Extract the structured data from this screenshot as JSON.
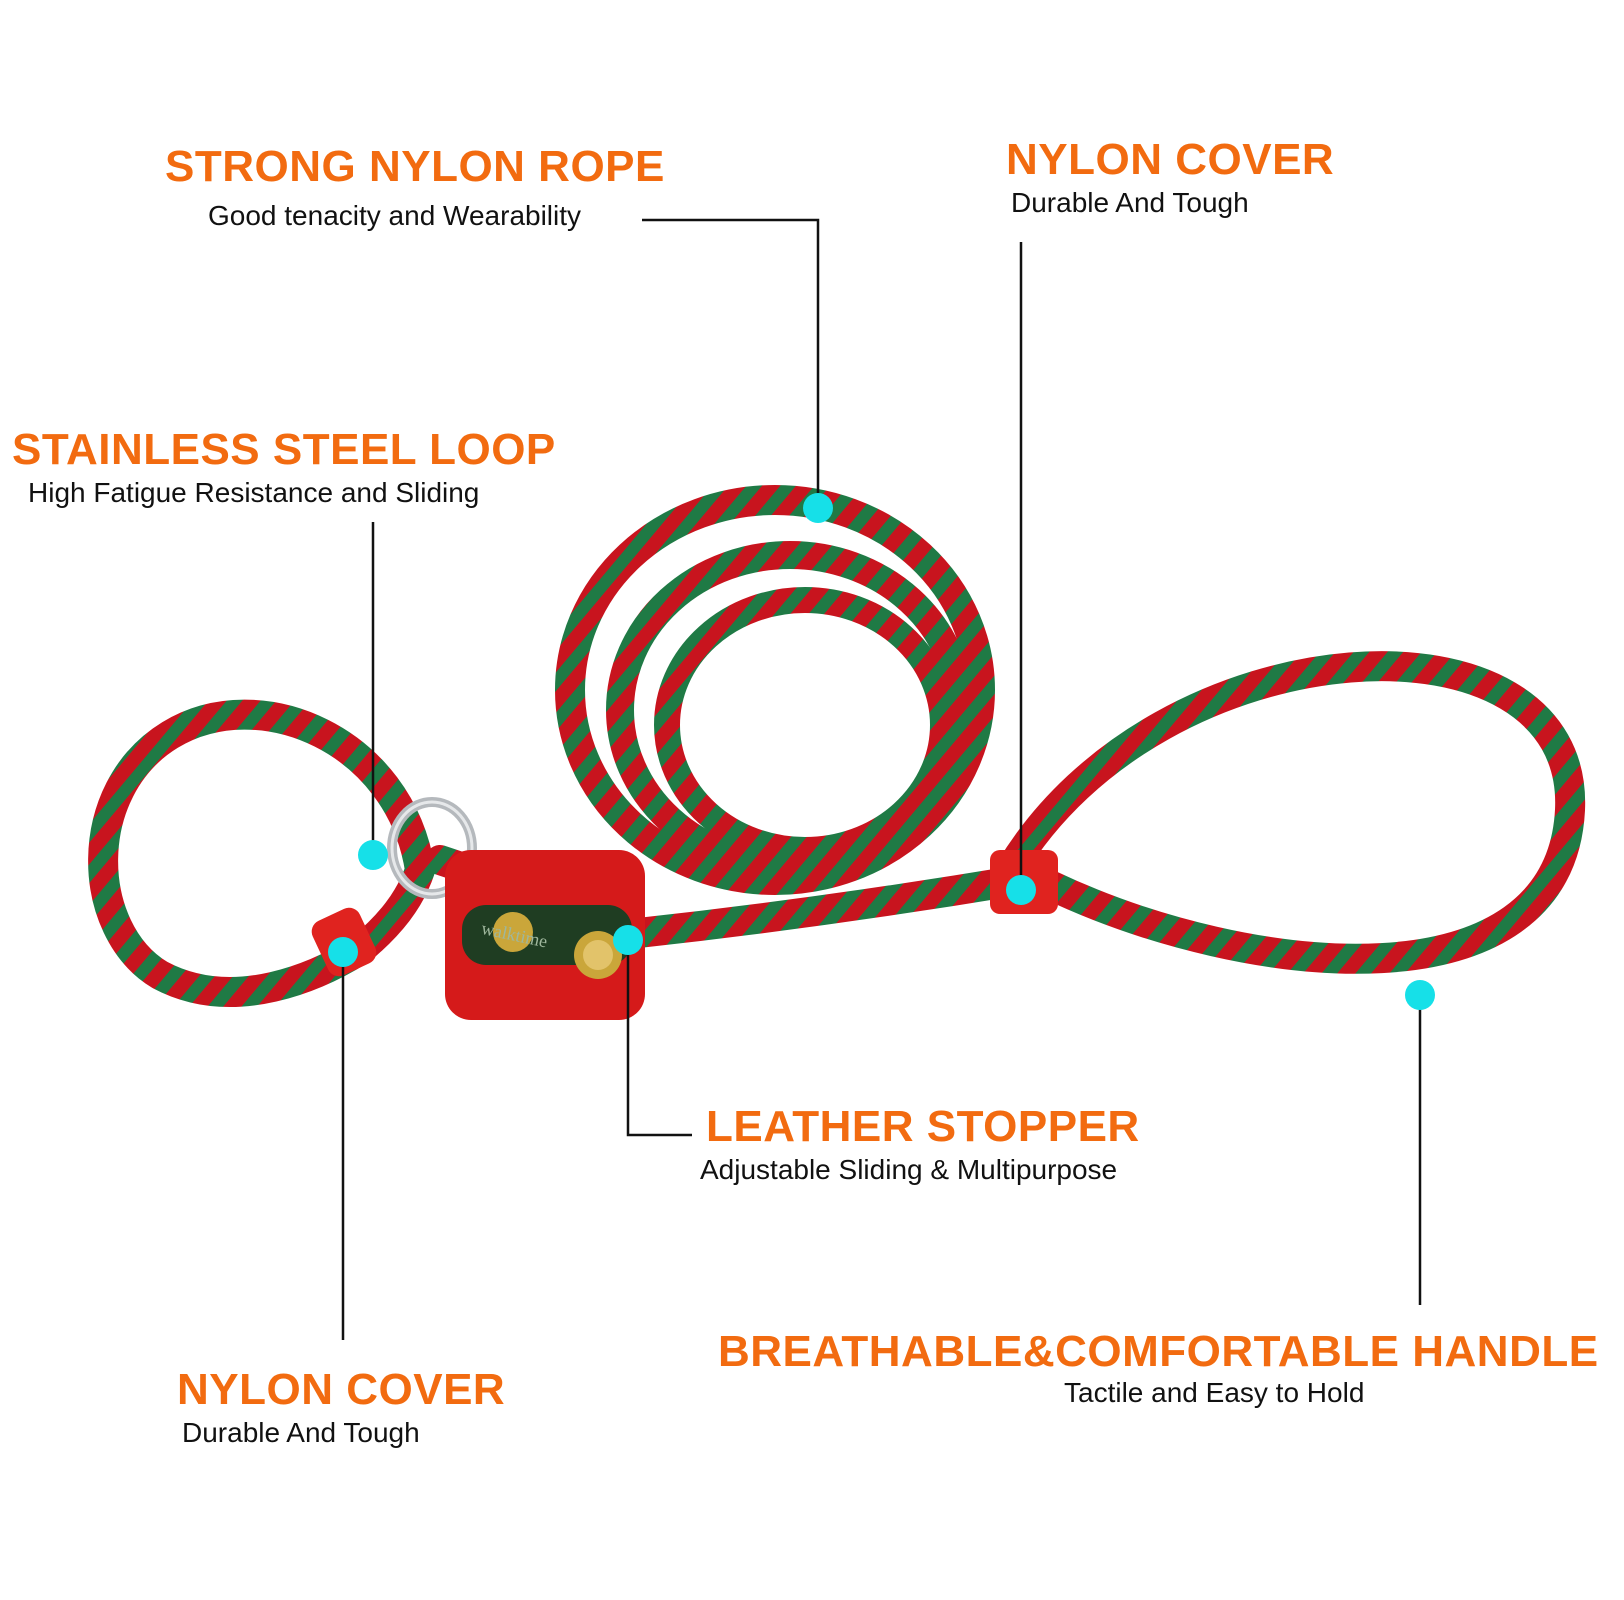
{
  "colors": {
    "accent": "#f26b10",
    "marker": "#16e0e8",
    "rope_red": "#c8141e",
    "rope_green": "#1f7a45",
    "leather": "#d51a1a",
    "tag": "#1f3d22",
    "brass": "#caa63a",
    "ring": "#b5b9bd",
    "text": "#111111"
  },
  "callouts": {
    "strong_rope": {
      "title": "STRONG NYLON ROPE",
      "subtitle": "Good tenacity and Wearability"
    },
    "nylon_cover_top": {
      "title": "NYLON COVER",
      "subtitle": "Durable And Tough"
    },
    "steel_loop": {
      "title": "STAINLESS STEEL LOOP",
      "subtitle": "High Fatigue Resistance and Sliding"
    },
    "leather_stopper": {
      "title": "LEATHER STOPPER",
      "subtitle": "Adjustable Sliding & Multipurpose"
    },
    "handle": {
      "title": "BREATHABLE&COMFORTABLE HANDLE",
      "subtitle": "Tactile and Easy to Hold"
    },
    "nylon_cover_bottom": {
      "title": "NYLON COVER",
      "subtitle": "Durable And Tough"
    }
  },
  "product": {
    "brand_mark": "walktime"
  }
}
